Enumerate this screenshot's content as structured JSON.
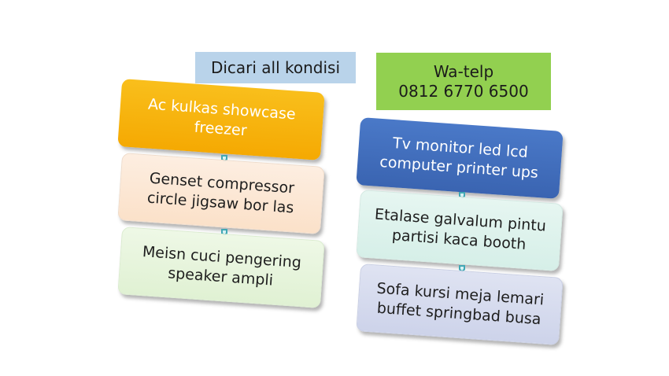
{
  "header": {
    "left_title": "Dicari all kondisi",
    "contact_lines": [
      "Wa-telp",
      "0812 6770 6500"
    ],
    "colors": {
      "left_bg": "#b9d3ea",
      "contact_bg": "#92d050"
    }
  },
  "left_column": {
    "cards": [
      {
        "text": "Ac kulkas showcase\nfreezer",
        "color": "#f5a902"
      },
      {
        "text": "Genset compressor\ncircle jigsaw bor las",
        "color": "#fbe4d0"
      },
      {
        "text": "Meisn cuci pengering\nspeaker ampli",
        "color": "#e3f2d9"
      }
    ]
  },
  "right_column": {
    "cards": [
      {
        "text": "Tv monitor led lcd\ncomputer printer ups",
        "color": "#3a64b1"
      },
      {
        "text": "Etalase galvalum pintu\npartisi kaca booth",
        "color": "#dcf1ea"
      },
      {
        "text": "Sofa kursi meja lemari\nbuffet springbad busa",
        "color": "#d2d7ec"
      }
    ]
  },
  "connector_icon": "teal-down-arrow-icon"
}
